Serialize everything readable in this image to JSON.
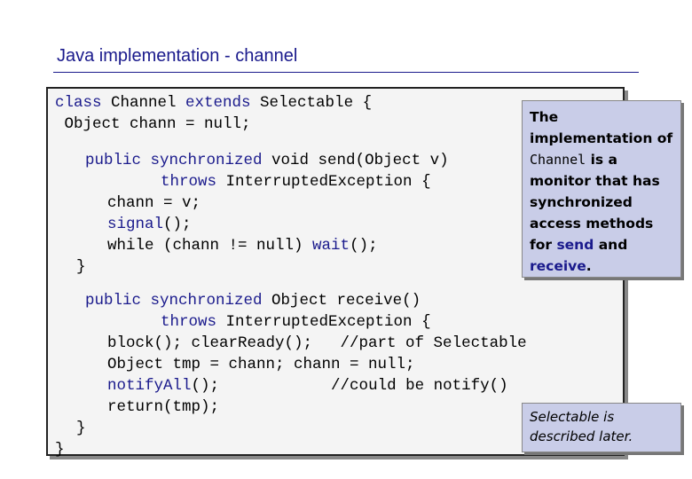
{
  "slide": {
    "title": "Java implementation - channel"
  },
  "code": {
    "l1a": "class",
    "l1b": " Channel ",
    "l1c": "extends",
    "l1d": " Selectable {",
    "l2": " Object chann = null;",
    "l3a": "public synchronized",
    "l3b": " void send(Object v)",
    "l4a": "throws",
    "l4b": " Interrupted",
    "l4c": "Exception {",
    "l5": "chann = v;",
    "l6a": "signal",
    "l6b": "();",
    "l7a": "while",
    "l7b": " (chann != null) ",
    "l7c": "wait",
    "l7d": "();",
    "l8": "}",
    "l9a": "public synchronized",
    "l9b": " Object receive()",
    "l10a": "throws",
    "l10b": " Interrupted",
    "l10c": "Exception {",
    "l11": "block(); clearReady();   //part of Selectable",
    "l12": "Object tmp = chann; chann = null;",
    "l13a": "notify",
    "l13b": "All",
    "l13c": "();            //could be notify()",
    "l14": "return(tmp);",
    "l15": "}",
    "l16": "}"
  },
  "note_top": {
    "t1": "The implementation of ",
    "t2": "Channel",
    "t3": " is a monitor that has synchronized access methods for ",
    "t4": "send",
    "t5": " and ",
    "t6": "receive",
    "t7": "."
  },
  "note_bottom": {
    "text": "Selectable is described later."
  }
}
